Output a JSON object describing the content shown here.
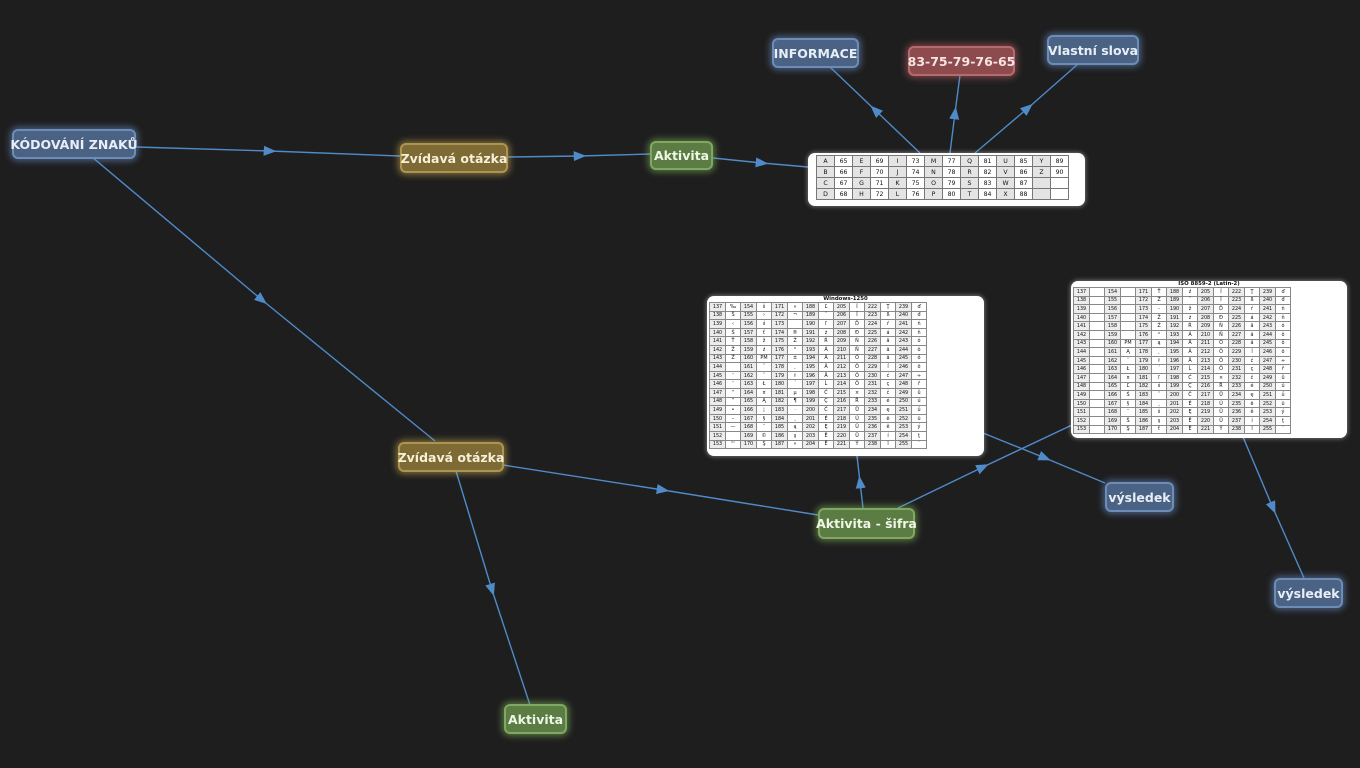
{
  "nodes": {
    "kodovani": "KÓDOVÁNÍ ZNAKŮ",
    "zvidava1": "Zvídavá otázka",
    "aktivita1": "Aktivita",
    "informace": "INFORMACE",
    "kod": "83-75-79-76-65",
    "vlastni": "Vlastní slova",
    "zvidava2": "Zvídavá otázka",
    "aktivita_sifra": "Aktivita - šifra",
    "aktivita2": "Aktivita",
    "vysledek1": "výsledek",
    "vysledek2": "výsledek"
  },
  "colors": {
    "blue": "#4a6385",
    "red": "#8d4b4e",
    "yellow": "#7d6a35",
    "green": "#5b7c42",
    "edge": "#4f8ac9",
    "background": "#1e1e1e"
  },
  "ascii_table": {
    "rows": [
      [
        "A",
        "65",
        "E",
        "69",
        "I",
        "73",
        "M",
        "77",
        "Q",
        "81",
        "U",
        "85",
        "Y",
        "89"
      ],
      [
        "B",
        "66",
        "F",
        "70",
        "J",
        "74",
        "N",
        "78",
        "R",
        "82",
        "V",
        "86",
        "Z",
        "90"
      ],
      [
        "C",
        "67",
        "G",
        "71",
        "K",
        "75",
        "O",
        "79",
        "S",
        "83",
        "W",
        "87",
        "",
        ""
      ],
      [
        "D",
        "68",
        "H",
        "72",
        "L",
        "76",
        "P",
        "80",
        "T",
        "84",
        "X",
        "88",
        "",
        ""
      ]
    ]
  },
  "windows_1250": {
    "title": "Windows-1250",
    "rows": [
      [
        "137",
        "‰",
        "154",
        "š",
        "171",
        "«",
        "188",
        "Ľ",
        "205",
        "Í",
        "222",
        "Ţ",
        "239",
        "ď"
      ],
      [
        "138",
        "Š",
        "155",
        "›",
        "172",
        "¬",
        "189",
        "˝",
        "206",
        "Î",
        "223",
        "ß",
        "240",
        "đ"
      ],
      [
        "139",
        "‹",
        "156",
        "ś",
        "173",
        "",
        "190",
        "ľ",
        "207",
        "Ď",
        "224",
        "ŕ",
        "241",
        "ń"
      ],
      [
        "140",
        "Ś",
        "157",
        "ť",
        "174",
        "®",
        "191",
        "ż",
        "208",
        "Đ",
        "225",
        "á",
        "242",
        "ň"
      ],
      [
        "141",
        "Ť",
        "158",
        "ž",
        "175",
        "Ż",
        "192",
        "Ŕ",
        "209",
        "Ń",
        "226",
        "â",
        "243",
        "ó"
      ],
      [
        "142",
        "Ž",
        "159",
        "ź",
        "176",
        "°",
        "193",
        "Á",
        "210",
        "Ň",
        "227",
        "ă",
        "244",
        "ô"
      ],
      [
        "143",
        "Ź",
        "160",
        "PM",
        "177",
        "±",
        "194",
        "Â",
        "211",
        "Ó",
        "228",
        "ä",
        "245",
        "ő"
      ],
      [
        "144",
        "",
        "161",
        "ˇ",
        "178",
        "˛",
        "195",
        "Ă",
        "212",
        "Ô",
        "229",
        "ĺ",
        "246",
        "ö"
      ],
      [
        "145",
        "‘",
        "162",
        "˘",
        "179",
        "ł",
        "196",
        "Ä",
        "213",
        "Ő",
        "230",
        "ć",
        "247",
        "÷"
      ],
      [
        "146",
        "’",
        "163",
        "Ł",
        "180",
        "´",
        "197",
        "Ĺ",
        "214",
        "Ö",
        "231",
        "ç",
        "248",
        "ř"
      ],
      [
        "147",
        "“",
        "164",
        "¤",
        "181",
        "µ",
        "198",
        "Ć",
        "215",
        "×",
        "232",
        "č",
        "249",
        "ů"
      ],
      [
        "148",
        "”",
        "165",
        "Ą",
        "182",
        "¶",
        "199",
        "Ç",
        "216",
        "Ř",
        "233",
        "é",
        "250",
        "ú"
      ],
      [
        "149",
        "•",
        "166",
        "¦",
        "183",
        "·",
        "200",
        "Č",
        "217",
        "Ů",
        "234",
        "ę",
        "251",
        "ű"
      ],
      [
        "150",
        "–",
        "167",
        "§",
        "184",
        "¸",
        "201",
        "É",
        "218",
        "Ú",
        "235",
        "ë",
        "252",
        "ü"
      ],
      [
        "151",
        "—",
        "168",
        "¨",
        "185",
        "ą",
        "202",
        "Ę",
        "219",
        "Ű",
        "236",
        "ě",
        "253",
        "ý"
      ],
      [
        "152",
        "",
        "169",
        "©",
        "186",
        "ş",
        "203",
        "Ë",
        "220",
        "Ü",
        "237",
        "í",
        "254",
        "ţ"
      ],
      [
        "153",
        "™",
        "170",
        "Ş",
        "187",
        "»",
        "204",
        "Ě",
        "221",
        "Ý",
        "238",
        "î",
        "255",
        "˙"
      ]
    ]
  },
  "iso_8859_2": {
    "title": "ISO 8859-2 (Latin-2)",
    "rows": [
      [
        "137",
        "",
        "154",
        "",
        "171",
        "Ť",
        "188",
        "ź",
        "205",
        "Í",
        "222",
        "Ţ",
        "239",
        "ď"
      ],
      [
        "138",
        "",
        "155",
        "",
        "172",
        "Ź",
        "189",
        "˝",
        "206",
        "Î",
        "223",
        "ß",
        "240",
        "đ"
      ],
      [
        "139",
        "",
        "156",
        "",
        "173",
        "-",
        "190",
        "ž",
        "207",
        "Ď",
        "224",
        "ŕ",
        "241",
        "ń"
      ],
      [
        "140",
        "",
        "157",
        "",
        "174",
        "Ž",
        "191",
        "ż",
        "208",
        "Đ",
        "225",
        "á",
        "242",
        "ň"
      ],
      [
        "141",
        "",
        "158",
        "",
        "175",
        "Ż",
        "192",
        "Ŕ",
        "209",
        "Ń",
        "226",
        "â",
        "243",
        "ó"
      ],
      [
        "142",
        "",
        "159",
        "",
        "176",
        "°",
        "193",
        "Á",
        "210",
        "Ň",
        "227",
        "ă",
        "244",
        "ô"
      ],
      [
        "143",
        "",
        "160",
        "PM",
        "177",
        "ą",
        "194",
        "Â",
        "211",
        "Ó",
        "228",
        "ä",
        "245",
        "ő"
      ],
      [
        "144",
        "",
        "161",
        "Ą",
        "178",
        "˛",
        "195",
        "Ă",
        "212",
        "Ô",
        "229",
        "ĺ",
        "246",
        "ö"
      ],
      [
        "145",
        "",
        "162",
        "˘",
        "179",
        "ł",
        "196",
        "Ä",
        "213",
        "Ő",
        "230",
        "ć",
        "247",
        "÷"
      ],
      [
        "146",
        "",
        "163",
        "Ł",
        "180",
        "´",
        "197",
        "Ĺ",
        "214",
        "Ö",
        "231",
        "ç",
        "248",
        "ř"
      ],
      [
        "147",
        "",
        "164",
        "¤",
        "181",
        "ľ",
        "198",
        "Ć",
        "215",
        "×",
        "232",
        "č",
        "249",
        "ů"
      ],
      [
        "148",
        "",
        "165",
        "Ľ",
        "182",
        "ś",
        "199",
        "Ç",
        "216",
        "Ř",
        "233",
        "é",
        "250",
        "ú"
      ],
      [
        "149",
        "",
        "166",
        "Ś",
        "183",
        "ˇ",
        "200",
        "Č",
        "217",
        "Ů",
        "234",
        "ę",
        "251",
        "ű"
      ],
      [
        "150",
        "",
        "167",
        "§",
        "184",
        "¸",
        "201",
        "É",
        "218",
        "Ú",
        "235",
        "ë",
        "252",
        "ü"
      ],
      [
        "151",
        "",
        "168",
        "¨",
        "185",
        "š",
        "202",
        "Ę",
        "219",
        "Ű",
        "236",
        "ě",
        "253",
        "ý"
      ],
      [
        "152",
        "",
        "169",
        "Š",
        "186",
        "ş",
        "203",
        "Ë",
        "220",
        "Ü",
        "237",
        "í",
        "254",
        "ţ"
      ],
      [
        "153",
        "",
        "170",
        "Ş",
        "187",
        "ť",
        "204",
        "Ě",
        "221",
        "Ý",
        "238",
        "î",
        "255",
        "˙"
      ]
    ]
  }
}
